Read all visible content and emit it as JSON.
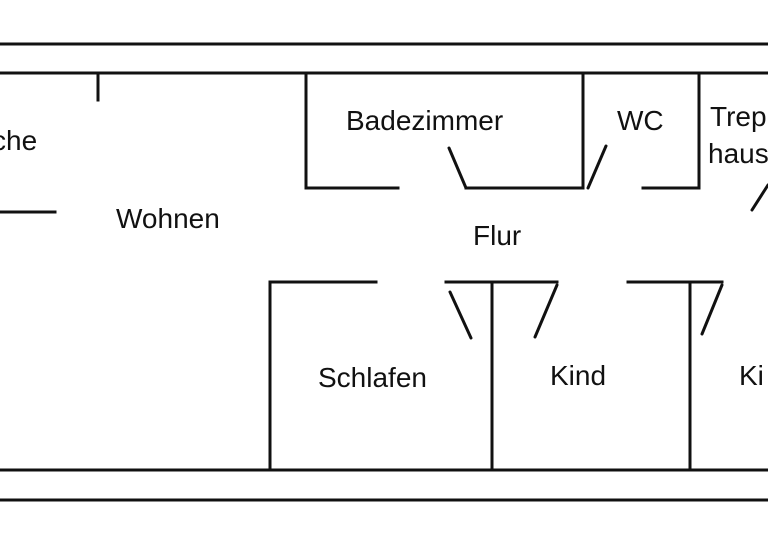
{
  "rooms": {
    "kitchen_partial": "che",
    "living": "Wohnen",
    "bathroom": "Badezimmer",
    "wc": "WC",
    "stairwell_line1": "Trep",
    "stairwell_line2": "haus",
    "hallway": "Flur",
    "bedroom": "Schlafen",
    "child_room": "Kind",
    "child_room_2_partial": "Ki"
  }
}
